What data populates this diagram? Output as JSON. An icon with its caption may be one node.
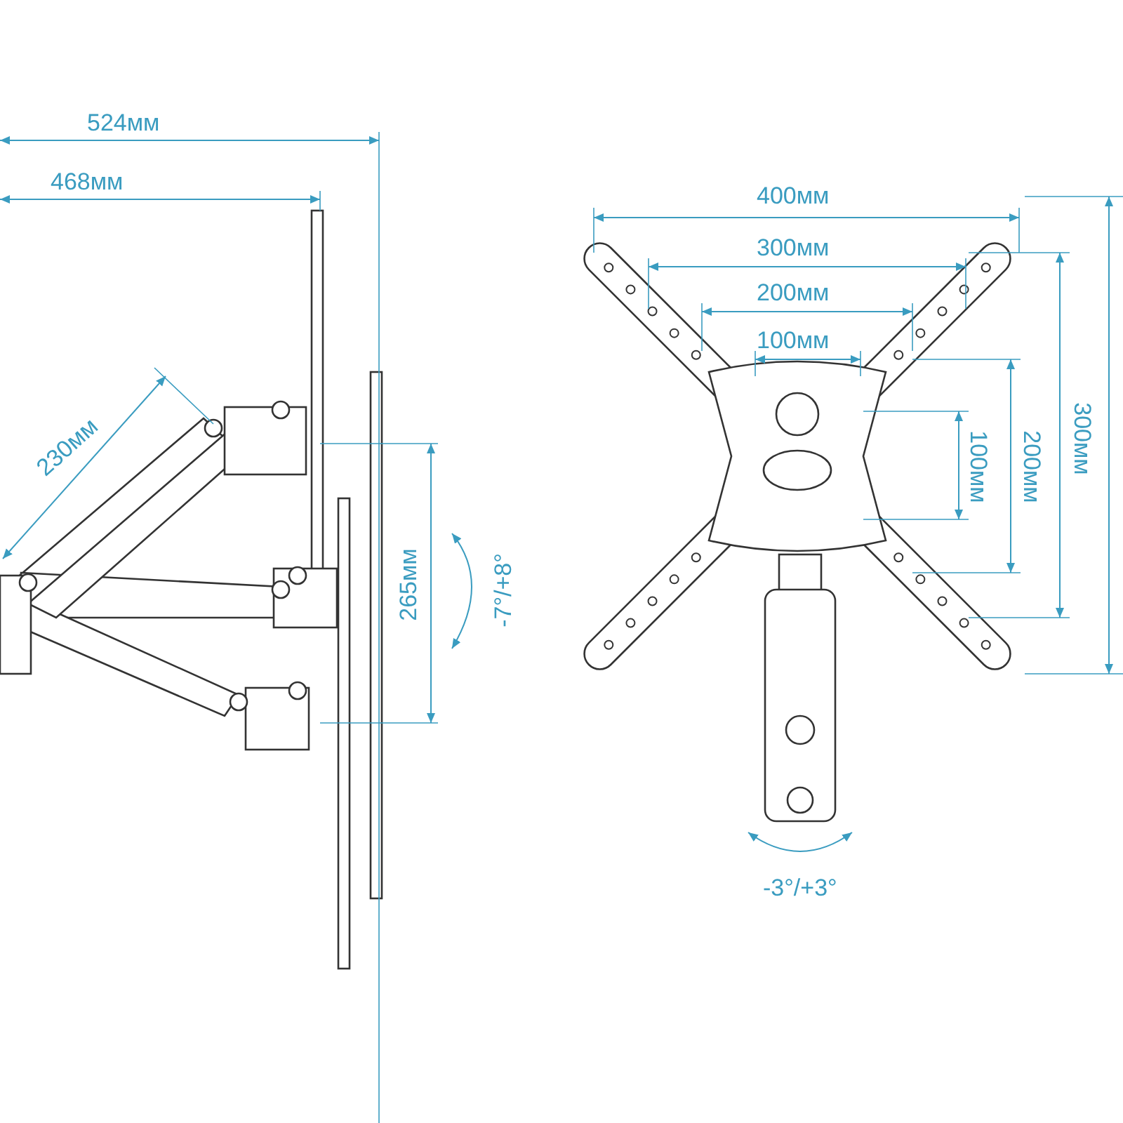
{
  "diagram": {
    "labels": [
      "524мм",
      "468мм",
      "400мм",
      "300мм",
      "200мм",
      "100мм",
      "230мм",
      "100мм",
      "200мм",
      "300мм",
      "265мм",
      "-7°/+8°",
      "-3°/+3°"
    ]
  }
}
